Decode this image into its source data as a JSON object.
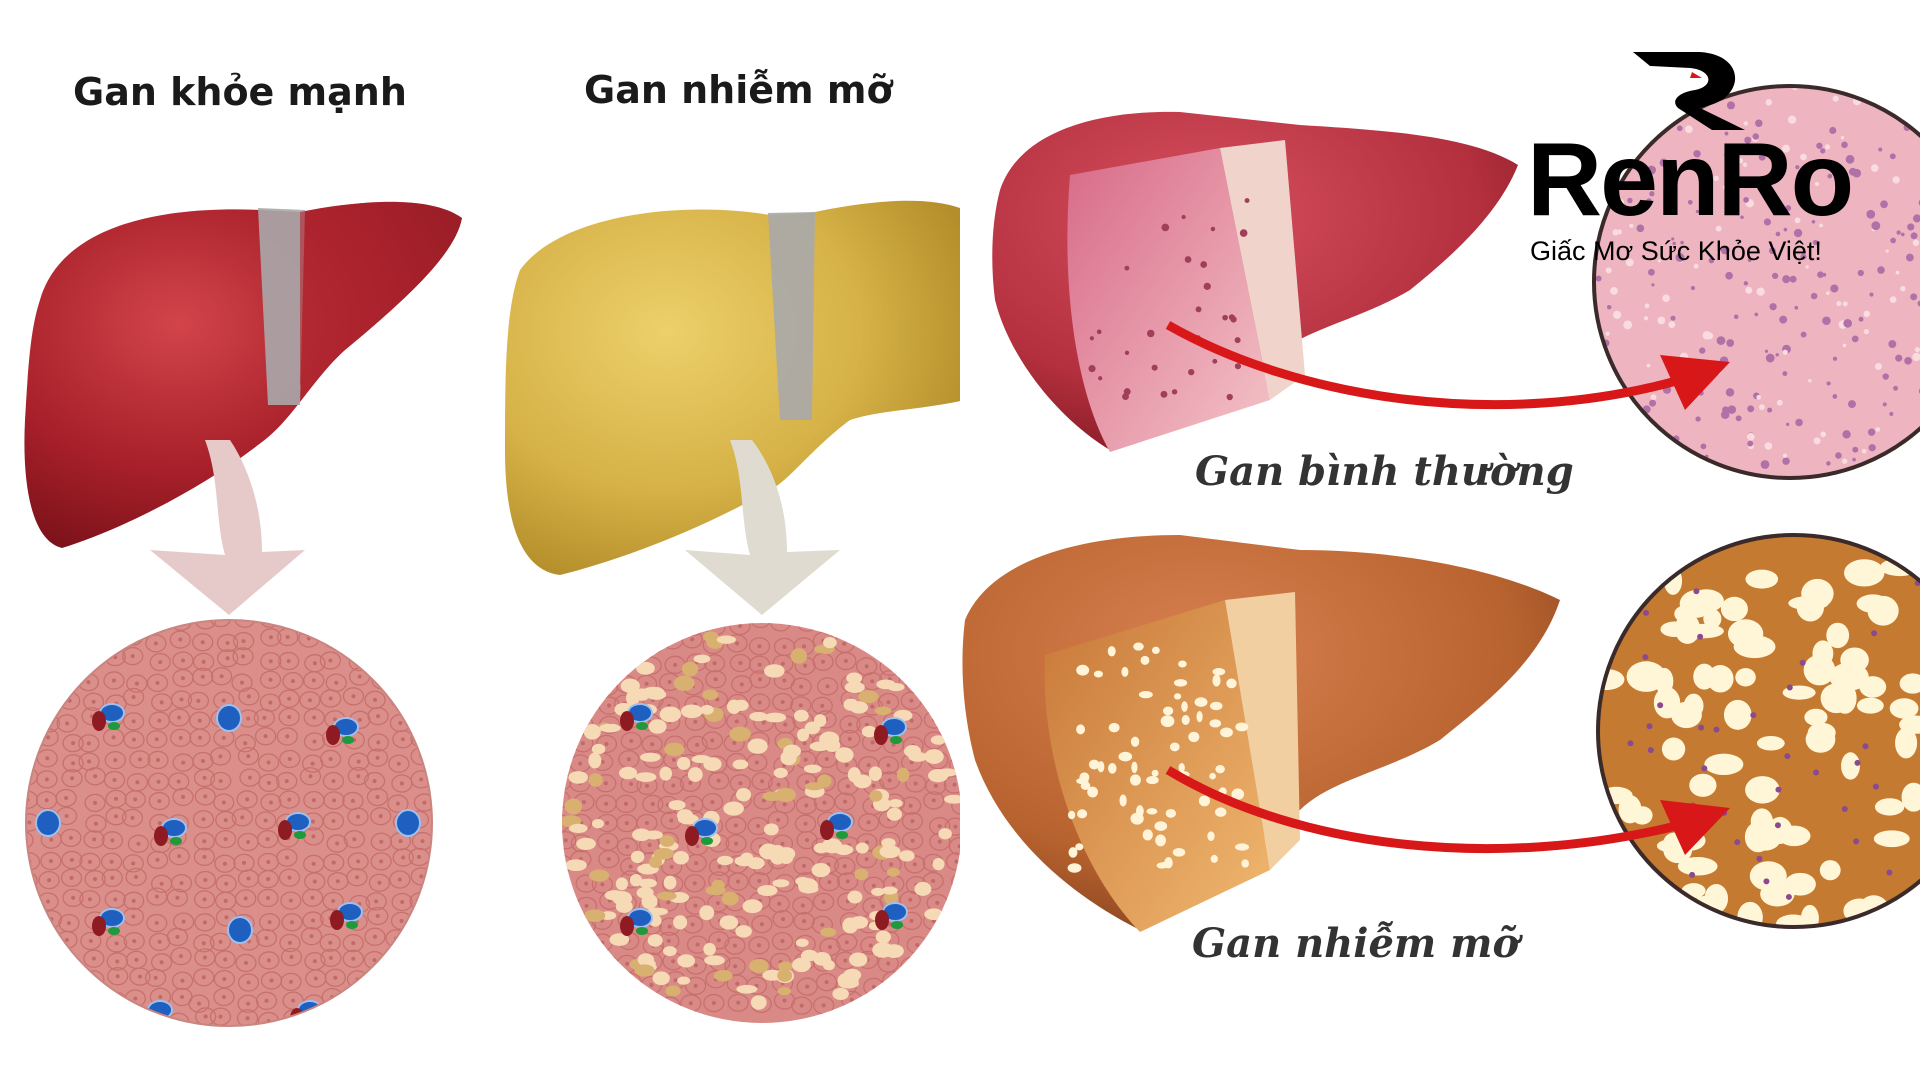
{
  "left_panel": {
    "healthy_title": "Gan khỏe mạnh",
    "fatty_title": "Gan nhiễm mỡ"
  },
  "right_panel": {
    "normal_caption": "Gan bình thường",
    "fatty_caption": "Gan nhiễm mỡ"
  },
  "logo": {
    "name": "RenRo",
    "tagline": "Giấc Mơ Sức Khỏe Việt!"
  },
  "colors": {
    "healthy_liver": "#a8202a",
    "fatty_liver": "#d6b248",
    "tissue_pink": "#d98a86",
    "fat_droplet": "#f6d9b5",
    "arrow_red": "#d81818",
    "fatty_section": "#b8632f"
  }
}
